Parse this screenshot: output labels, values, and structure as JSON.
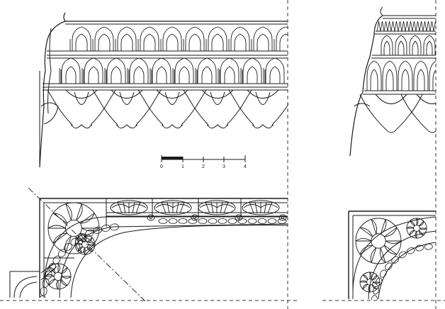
{
  "scale_bar": {
    "ticks": [
      "0",
      "1",
      "2",
      "3",
      "4"
    ]
  },
  "colors": {
    "line": "#1a1a1a",
    "background": "#ffffff",
    "dashed": "#333333"
  }
}
